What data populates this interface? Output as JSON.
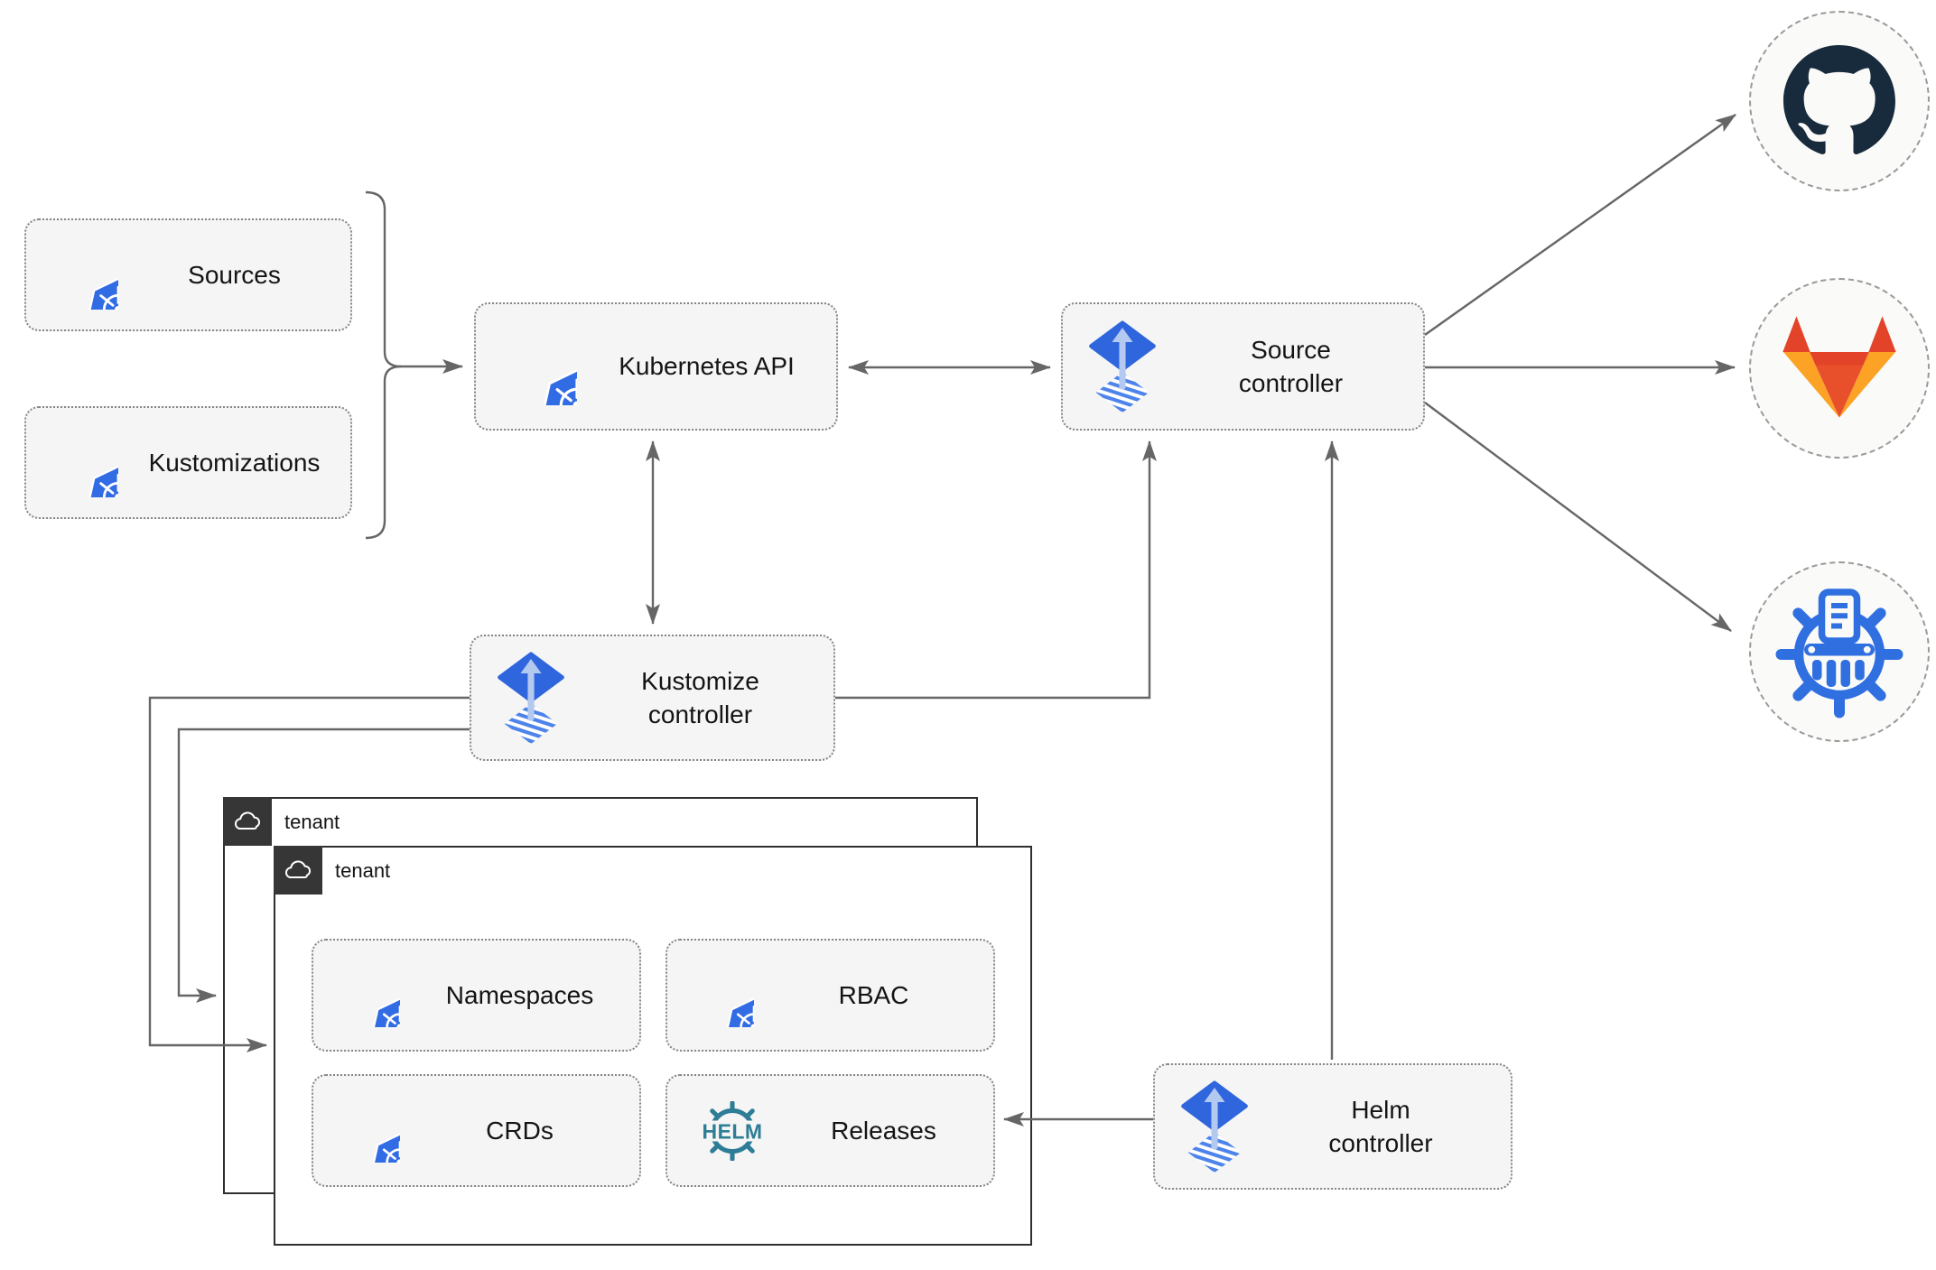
{
  "diagram": {
    "nodes": {
      "sources": {
        "label": "Sources",
        "icon": "kubernetes"
      },
      "kustomizations": {
        "label": "Kustomizations",
        "icon": "kubernetes"
      },
      "kubernetes_api": {
        "label": "Kubernetes API",
        "icon": "kubernetes"
      },
      "source_controller": {
        "label_lines": [
          "Source",
          "controller"
        ],
        "icon": "flux"
      },
      "kustomize_controller": {
        "label_lines": [
          "Kustomize",
          "controller"
        ],
        "icon": "flux"
      },
      "helm_controller": {
        "label_lines": [
          "Helm",
          "controller"
        ],
        "icon": "flux"
      },
      "tenant_back": {
        "label": "tenant",
        "icon": "cloud"
      },
      "tenant_front": {
        "label": "tenant",
        "icon": "cloud"
      },
      "namespaces": {
        "label": "Namespaces",
        "icon": "kubernetes"
      },
      "rbac": {
        "label": "RBAC",
        "icon": "kubernetes"
      },
      "crds": {
        "label": "CRDs",
        "icon": "kubernetes"
      },
      "releases": {
        "label": "Releases",
        "icon": "helm"
      },
      "github": {
        "icon": "github"
      },
      "gitlab": {
        "icon": "gitlab"
      },
      "oci_registry": {
        "icon": "chartmuseum"
      }
    },
    "icons": {
      "helm_text": "HELM"
    },
    "edges": [
      {
        "from": "sources/kustomizations",
        "to": "kubernetes_api",
        "type": "arrow"
      },
      {
        "from": "kubernetes_api",
        "to": "source_controller",
        "type": "double-arrow"
      },
      {
        "from": "kubernetes_api",
        "to": "kustomize_controller",
        "type": "double-arrow"
      },
      {
        "from": "kustomize_controller",
        "to": "source_controller",
        "type": "arrow"
      },
      {
        "from": "helm_controller",
        "to": "source_controller",
        "type": "arrow"
      },
      {
        "from": "helm_controller",
        "to": "releases",
        "type": "arrow"
      },
      {
        "from": "kustomize_controller",
        "to": "tenant_front",
        "type": "arrow"
      },
      {
        "from": "kustomize_controller",
        "to": "tenant_back",
        "type": "arrow"
      },
      {
        "from": "source_controller",
        "to": "github",
        "type": "arrow"
      },
      {
        "from": "source_controller",
        "to": "gitlab",
        "type": "arrow"
      },
      {
        "from": "source_controller",
        "to": "oci_registry",
        "type": "arrow"
      }
    ],
    "colors": {
      "kubernetes_blue": "#326ce5",
      "flux_blue": "#2f66dd",
      "flux_light_blue": "#b3c9f0",
      "helm_teal": "#2e7d96",
      "github_dark": "#182b3c",
      "gitlab_red": "#e24329",
      "gitlab_light_orange": "#fca326",
      "registry_blue": "#2f6fe0",
      "connector_gray": "#666666",
      "node_fill": "#f5f5f5",
      "tenant_tab": "#363636"
    }
  }
}
